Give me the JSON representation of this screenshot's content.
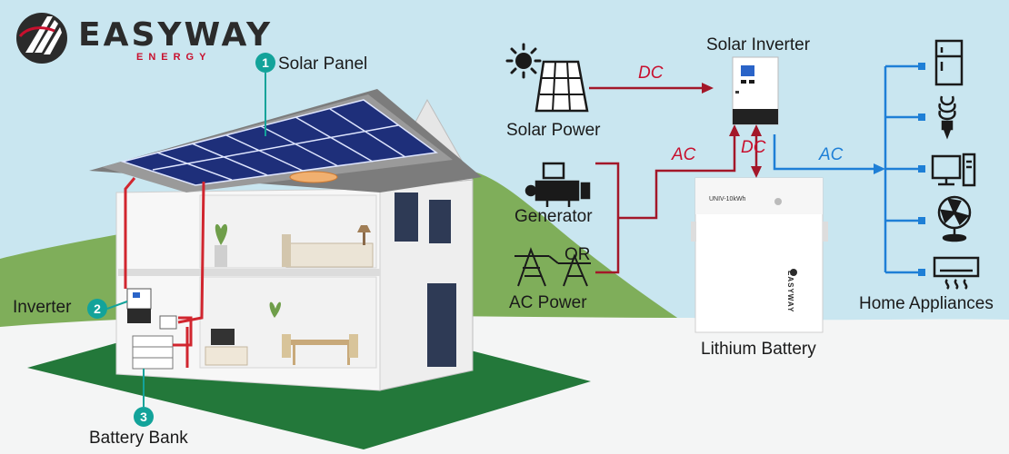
{
  "brand": {
    "name": "EASYWAY",
    "tagline": "ENERGY"
  },
  "house_labels": {
    "solar_panel": "Solar Panel",
    "inverter": "Inverter",
    "battery_bank": "Battery Bank",
    "badge_1": "1",
    "badge_2": "2",
    "badge_3": "3"
  },
  "system": {
    "solar_power": "Solar Power",
    "generator": "Generator",
    "or": "OR",
    "ac_power": "AC Power",
    "solar_inverter": "Solar Inverter",
    "lithium_battery": "Lithium Battery",
    "battery_model": "UNIV-10kWh",
    "battery_brand": "EASYWAY",
    "home_appliances": "Home Appliances"
  },
  "flows": {
    "dc_solar": "DC",
    "ac_grid": "AC",
    "dc_battery": "DC",
    "ac_out": "AC"
  },
  "colors": {
    "sky": "#c9e6f0",
    "hill": "#7fae5a",
    "accent_red": "#c8102e",
    "accent_blue": "#1e7fd6",
    "badge_teal": "#13a39a",
    "grass": "#23783a"
  }
}
